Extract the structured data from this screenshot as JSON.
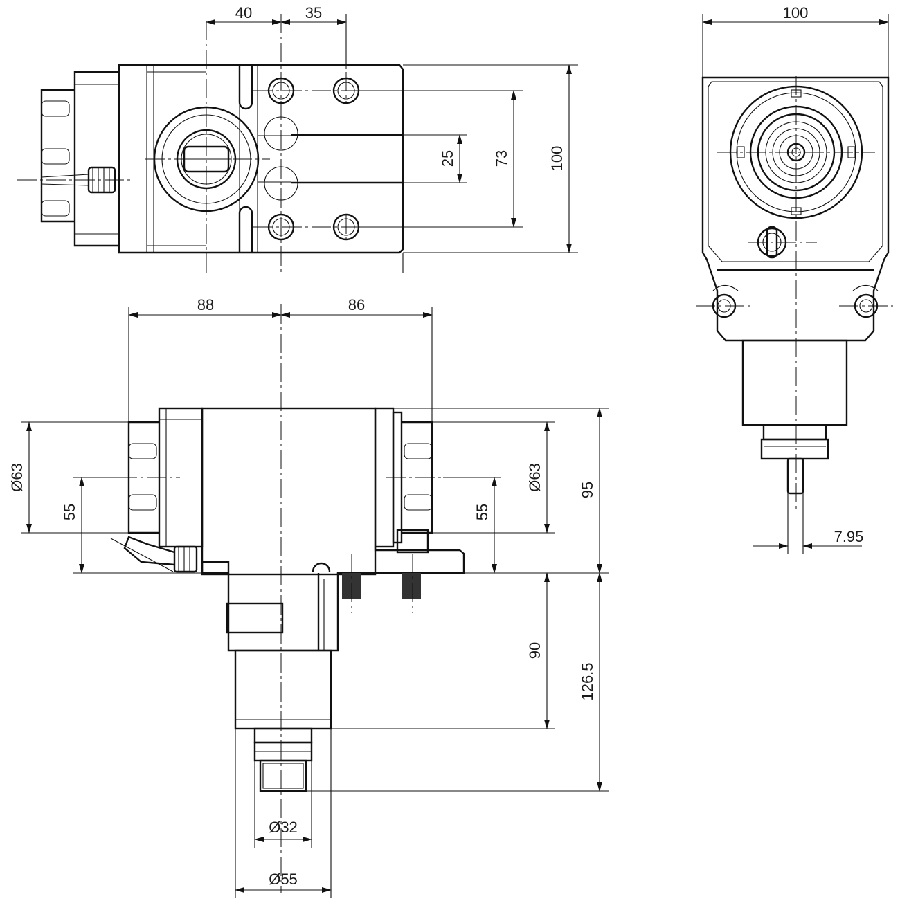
{
  "dimensions": {
    "top_view": {
      "offset_a": "40",
      "offset_b": "35",
      "gap": "25",
      "hole_pitch": "73",
      "height": "100"
    },
    "front_view": {
      "left_width": "88",
      "right_width": "86",
      "left_diameter": "Ø63",
      "left_axis_height": "55",
      "right_diameter": "Ø63",
      "right_axis_height": "55",
      "body_height": "95",
      "shank_length": "90",
      "overall_length": "126.5",
      "collet_diameter": "Ø32",
      "shank_diameter": "Ø55"
    },
    "side_view": {
      "width": "100",
      "key_width": "7.95"
    }
  },
  "colors": {
    "line": "#111111",
    "background": "#ffffff"
  }
}
